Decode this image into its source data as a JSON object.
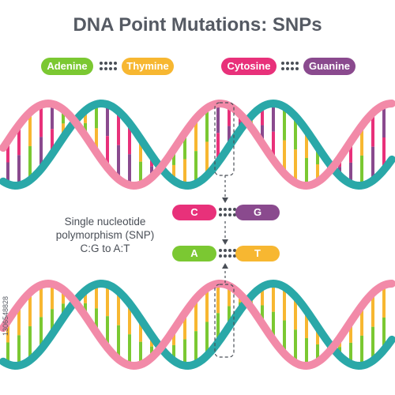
{
  "title": "DNA Point Mutations: SNPs",
  "legend": {
    "adenine": "Adenine",
    "thymine": "Thymine",
    "cytosine": "Cytosine",
    "guanine": "Guanine"
  },
  "snp": {
    "description_line1": "Single nucleotide",
    "description_line2": "polymorphism (SNP)",
    "description_line3": "C:G to A:T",
    "original_pair_left": "C",
    "original_pair_right": "G",
    "mutated_pair_left": "A",
    "mutated_pair_right": "T"
  },
  "watermark": "1306548828",
  "colors": {
    "adenine": "#7bc832",
    "thymine": "#f7b731",
    "cytosine": "#e8317a",
    "guanine": "#8a4a8e",
    "strand_teal": "#2aa8a8",
    "strand_pink": "#f28aa8",
    "title": "#555a63",
    "marker": "#4a4f57"
  }
}
